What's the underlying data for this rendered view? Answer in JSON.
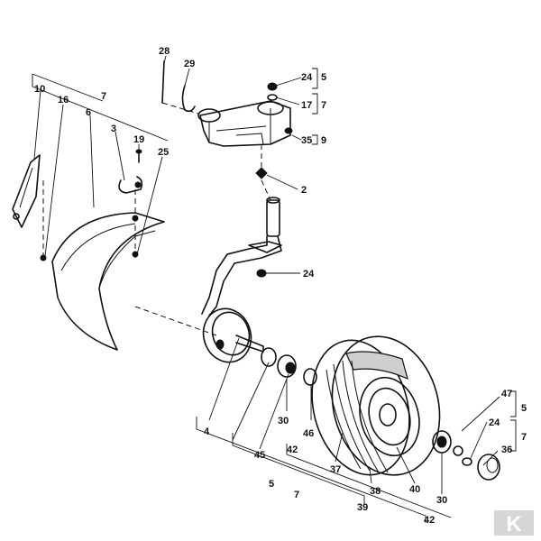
{
  "callouts": {
    "c2": "2",
    "c3": "3",
    "c4": "4",
    "c5a": "5",
    "c5b": "5",
    "c5c": "5",
    "c6": "6",
    "c7a": "7",
    "c7b": "7",
    "c7c": "7",
    "c7d": "7",
    "c9": "9",
    "c10": "10",
    "c16": "16",
    "c17": "17",
    "c19": "19",
    "c24a": "24",
    "c24b": "24",
    "c24c": "24",
    "c25": "25",
    "c28": "28",
    "c29": "29",
    "c30a": "30",
    "c30b": "30",
    "c35": "35",
    "c36": "36",
    "c37": "37",
    "c38": "38",
    "c39": "39",
    "c40": "40",
    "c42a": "42",
    "c42b": "42",
    "c45": "45",
    "c46": "46",
    "c47": "47"
  },
  "logo_text": "K"
}
